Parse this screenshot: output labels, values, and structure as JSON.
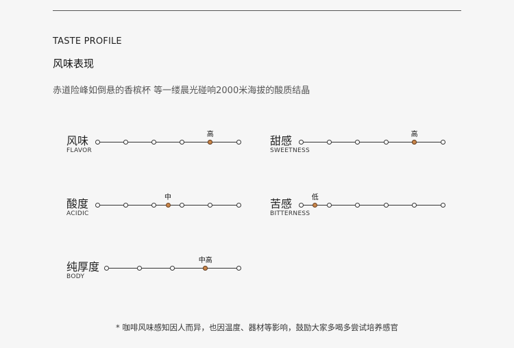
{
  "header": {
    "label": "TASTE PROFILE",
    "title": "风味表现",
    "description": "赤道险峰如倒悬的香槟杯 等一缕晨光碰响2000米海拔的酸质结晶"
  },
  "attributes": [
    {
      "id": "flavor",
      "zh": "风味",
      "en": "FLAVOR",
      "steps": 5,
      "level_index": 4,
      "level_label": "高"
    },
    {
      "id": "sweetness",
      "zh": "甜感",
      "en": "SWEETNESS",
      "steps": 5,
      "level_index": 4,
      "level_label": "高"
    },
    {
      "id": "acidic",
      "zh": "酸度",
      "en": "ACIDIC",
      "steps": 5,
      "level_index": 2.5,
      "level_label": "中"
    },
    {
      "id": "bitterness",
      "zh": "苦感",
      "en": "BITTERNESS",
      "steps": 5,
      "level_index": 0.5,
      "level_label": "低"
    },
    {
      "id": "body",
      "zh": "纯厚度",
      "en": "BODY",
      "steps": 4,
      "level_index": 3,
      "level_label": "中高"
    }
  ],
  "footnote": "* 咖啡风味感知因人而异，也因温度、器材等影响，鼓励大家多喝多尝试培养感官",
  "colors": {
    "active_dot": "#c9864a",
    "line": "#333333"
  }
}
